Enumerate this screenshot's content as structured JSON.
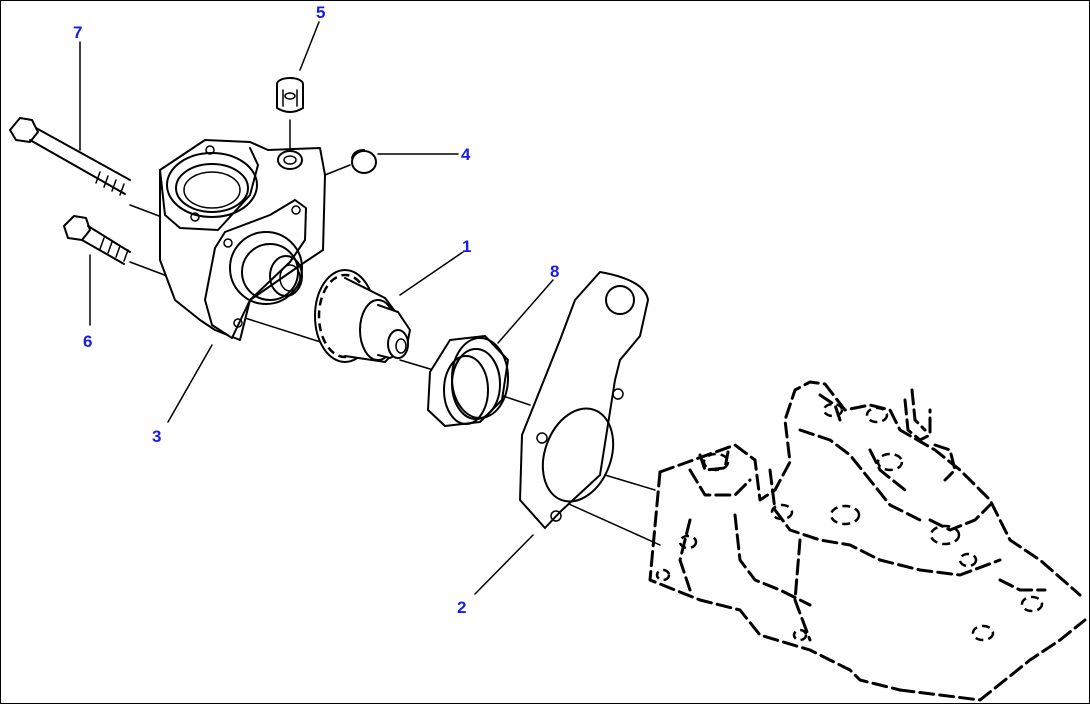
{
  "diagram": {
    "callouts": {
      "c1": "1",
      "c2": "2",
      "c3": "3",
      "c4": "4",
      "c5": "5",
      "c6": "6",
      "c7": "7",
      "c8": "8"
    },
    "colors": {
      "callout": "#1a1ae6",
      "line": "#000000",
      "background": "#ffffff"
    }
  }
}
